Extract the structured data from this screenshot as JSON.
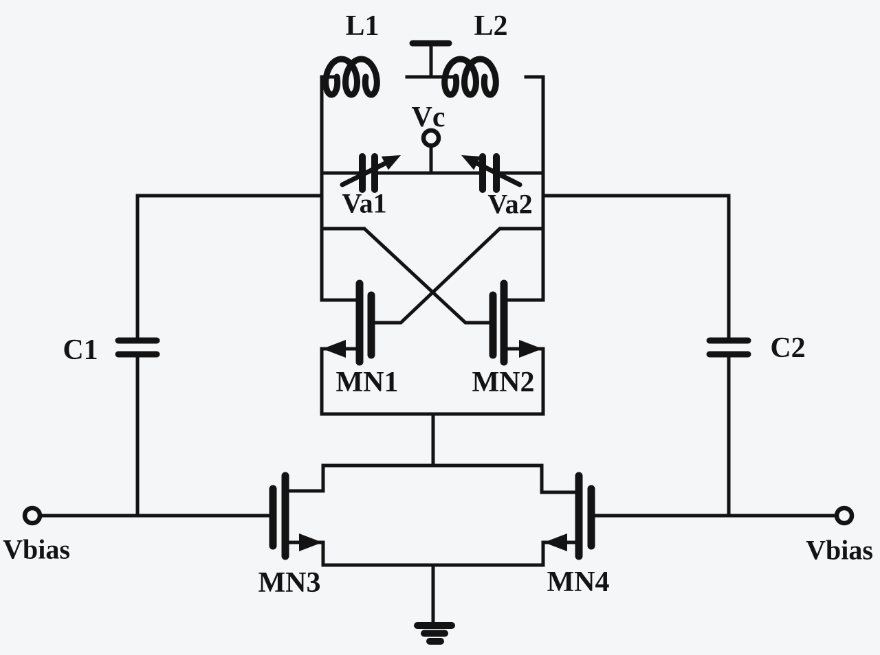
{
  "figure": {
    "type": "circuit-schematic",
    "description": "Cross-coupled NMOS LC voltage-controlled oscillator with varactor tuning and bias transistors"
  },
  "colors": {
    "ink": "#131313",
    "background": "#f5f6f8"
  },
  "labels": {
    "l1": "L1",
    "l2": "L2",
    "vc": "Vc",
    "va1": "Va1",
    "va2": "Va2",
    "mn1": "MN1",
    "mn2": "MN2",
    "c1": "C1",
    "c2": "C2",
    "mn3": "MN3",
    "mn4": "MN4",
    "vbias_left": "Vbias",
    "vbias_right": "Vbias"
  }
}
